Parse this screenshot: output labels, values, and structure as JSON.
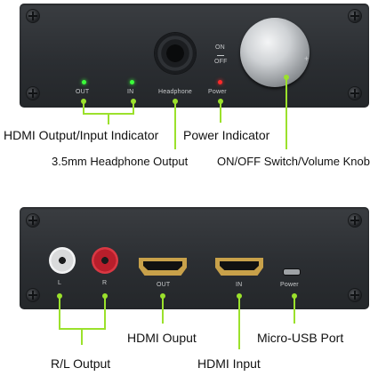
{
  "front_panel": {
    "labels": {
      "out": "OUT",
      "in": "IN",
      "headphone": "Headphone",
      "power": "Power",
      "on": "ON",
      "off": "OFF",
      "plus": "+"
    }
  },
  "back_panel": {
    "labels": {
      "l": "L",
      "r": "R",
      "out": "OUT",
      "in": "IN",
      "power": "Power"
    }
  },
  "annotations": {
    "hdmi_output_input_indicator": "HDMI Output/Input Indicator",
    "power_indicator": "Power Indicator",
    "headphone_output": "3.5mm Headphone Output",
    "on_off_volume_knob": "ON/OFF Switch/Volume Knob",
    "hdmi_ouput": "HDMI Ouput",
    "micro_usb_port": "Micro-USB Port",
    "rl_output": "R/L Output",
    "hdmi_input": "HDMI Input"
  },
  "colors": {
    "leader_line": "#9be12c",
    "led_green": "#3bff3b",
    "led_red": "#ff2b2b"
  }
}
